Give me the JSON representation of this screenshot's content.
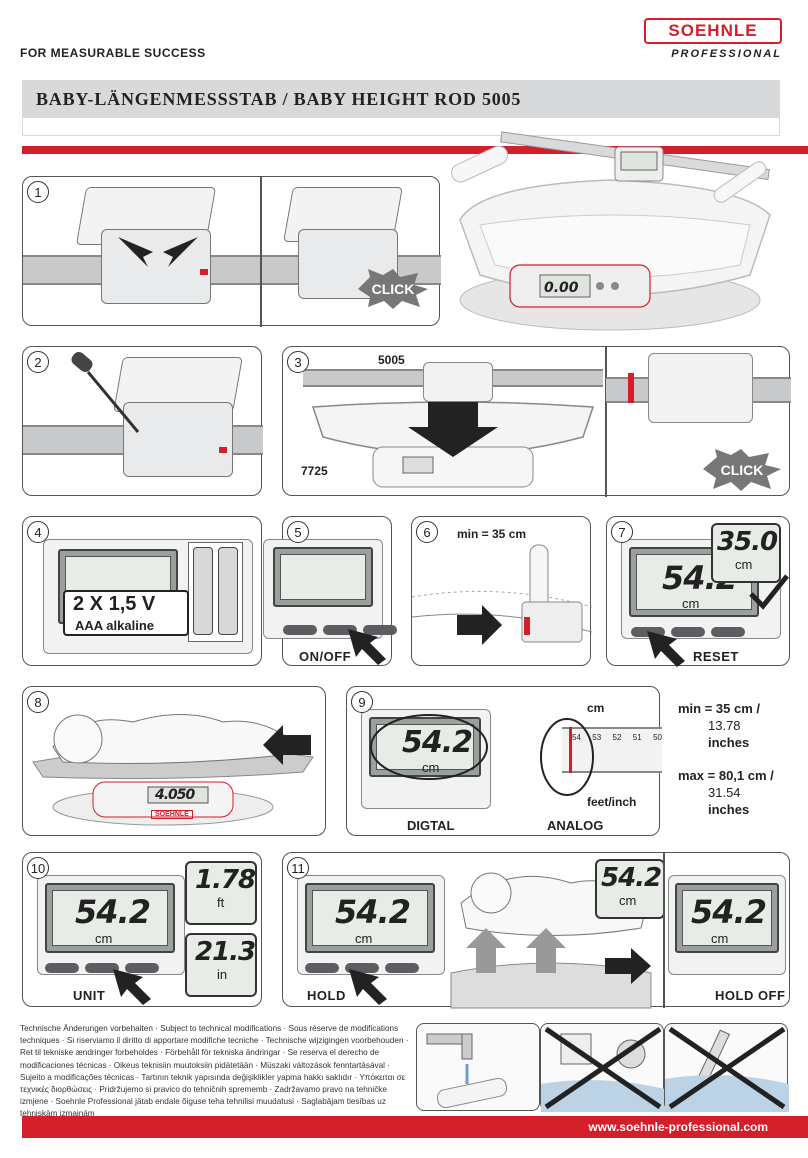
{
  "header": {
    "tagline": "FOR MEASURABLE SUCCESS",
    "logo_text": "SOEHNLE",
    "logo_sub": "PROFESSIONAL",
    "title": "BABY-LÄNGENMESSSTAB / BABY HEIGHT ROD 5005"
  },
  "colors": {
    "accent": "#d41e2a",
    "band": "#d8d9da",
    "lcd": "#e7ece7"
  },
  "hero": {
    "display": "0.00"
  },
  "steps": {
    "s1": {
      "number": "1",
      "click": "CLICK"
    },
    "s2": {
      "number": "2"
    },
    "s3": {
      "number": "3",
      "label_rod": "5005",
      "label_scale": "7725",
      "click": "CLICK"
    },
    "s4": {
      "number": "4",
      "battery_voltage": "2 X 1,5 V",
      "battery_type": "AAA alkaline"
    },
    "s5": {
      "number": "5",
      "caption": "ON/OFF"
    },
    "s6": {
      "number": "6",
      "min": "min = 35 cm"
    },
    "s7": {
      "number": "7",
      "display_main": "54.2",
      "display_zoom": "35.0",
      "unit": "cm",
      "caption": "RESET"
    },
    "s8": {
      "number": "8",
      "display": "4.050",
      "logo": "SOEHNLE"
    },
    "s9": {
      "number": "9",
      "display": "54.2",
      "unit": "cm",
      "label_cm": "cm",
      "label_feet": "feet/inch",
      "label_digital": "DIGTAL",
      "label_analog": "ANALOG"
    },
    "s10": {
      "number": "10",
      "display": "54.2",
      "unit": "cm",
      "ft_value": "1.78",
      "ft_unit": "ft",
      "in_value": "21.3",
      "in_unit": "in",
      "caption": "UNIT"
    },
    "s11": {
      "number": "11",
      "display": "54.2",
      "unit": "cm",
      "caption_hold": "HOLD",
      "caption_hold_off": "HOLD OFF"
    }
  },
  "ranges": {
    "min_line1": "min = 35 cm /",
    "min_line2": "13.78",
    "min_line3": "inches",
    "max_line1": "max = 80,1 cm /",
    "max_line2": "31.54",
    "max_line3": "inches"
  },
  "keys": {
    "reset": "RESET",
    "hold": "HOLD",
    "unit": "UNIT",
    "onoff": "ON/OFF"
  },
  "ruler_ticks": [
    "54",
    "53",
    "52",
    "51",
    "50"
  ],
  "disclaimer": "Technische Änderungen vorbehalten · Subject to technical modifications · Sous réserve de modifications techniques · Si riserviamo il diritto di apportare modifiche tecniche · Technische wijzigingen voorbehouden · Ret til tekniske ændringer forbeholdes · Förbehåll för tekniska ändringar · Se reserva el derecho de modificaciones técnicas · Oikeus teknisiin muutoksiin pidätetään · Müszaki változások fenntartásával · Sujeito a modificações técnicas · Tartının teknik yapısında değişiklikler yapma hakkı saklıdır · Υπόκειται σε τεχνικές διορθώσεις · Pridržujemo si pravico do tehničnih sprememb · Zadržavamo pravo na tehničke izmjene · Soehnle Professional jätab endale õiguse teha tehnilisi muudatusi · Saglabājam tiesības uz tehniskām izmaiņām",
  "footer": {
    "url": "www.soehnle-professional.com"
  }
}
